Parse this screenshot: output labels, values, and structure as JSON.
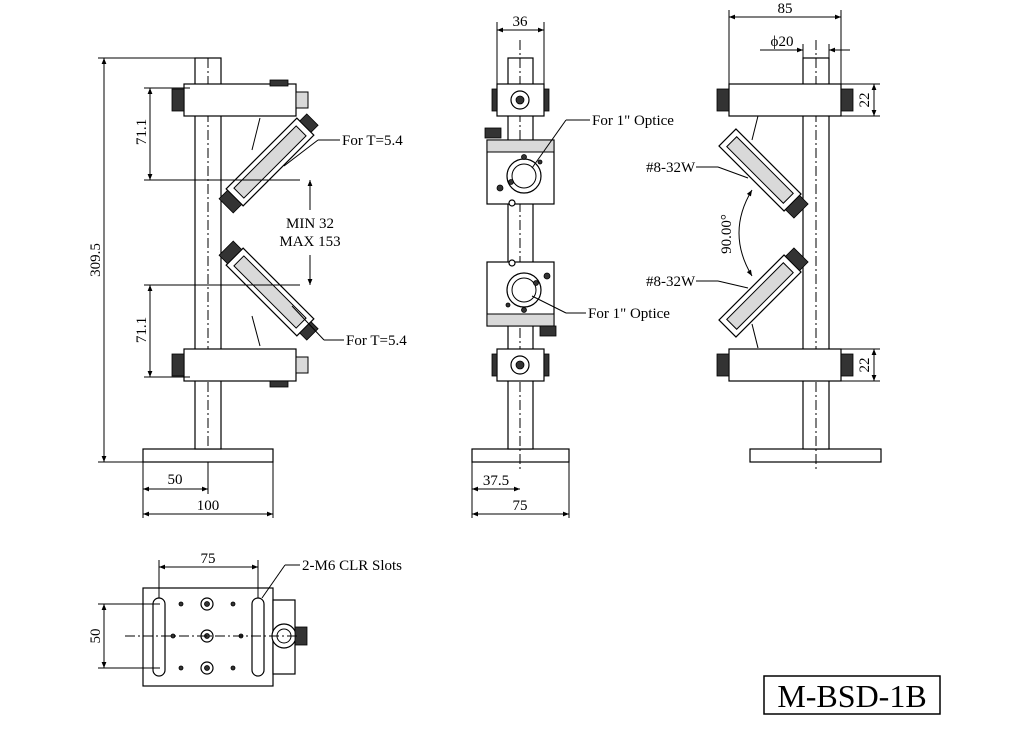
{
  "model": "M-BSD-1B",
  "side_view": {
    "dims": {
      "height_total": "309.5",
      "upper_spacing": "71.1",
      "lower_spacing": "71.1",
      "center_offset": "50",
      "base_width": "100",
      "min_label": "MIN 32",
      "max_label": "MAX 153"
    },
    "callouts": {
      "top": "For T=5.4",
      "bottom": "For T=5.4"
    }
  },
  "front_view": {
    "dims": {
      "clamp_width": "36",
      "center_offset": "37.5",
      "base_width": "75"
    },
    "callouts": {
      "top": "For 1\" Optice",
      "bottom": "For 1\" Optice"
    }
  },
  "right_view": {
    "dims": {
      "width": "85",
      "diameter": "ϕ20",
      "top_clamp": "22",
      "bottom_clamp": "22",
      "angle": "90.00°"
    },
    "callouts": {
      "top": "#8-32W",
      "bottom": "#8-32W"
    }
  },
  "bottom_view": {
    "dims": {
      "slot_spacing": "75",
      "base_depth": "50"
    },
    "callouts": {
      "slots": "2-M6 CLR Slots"
    }
  }
}
